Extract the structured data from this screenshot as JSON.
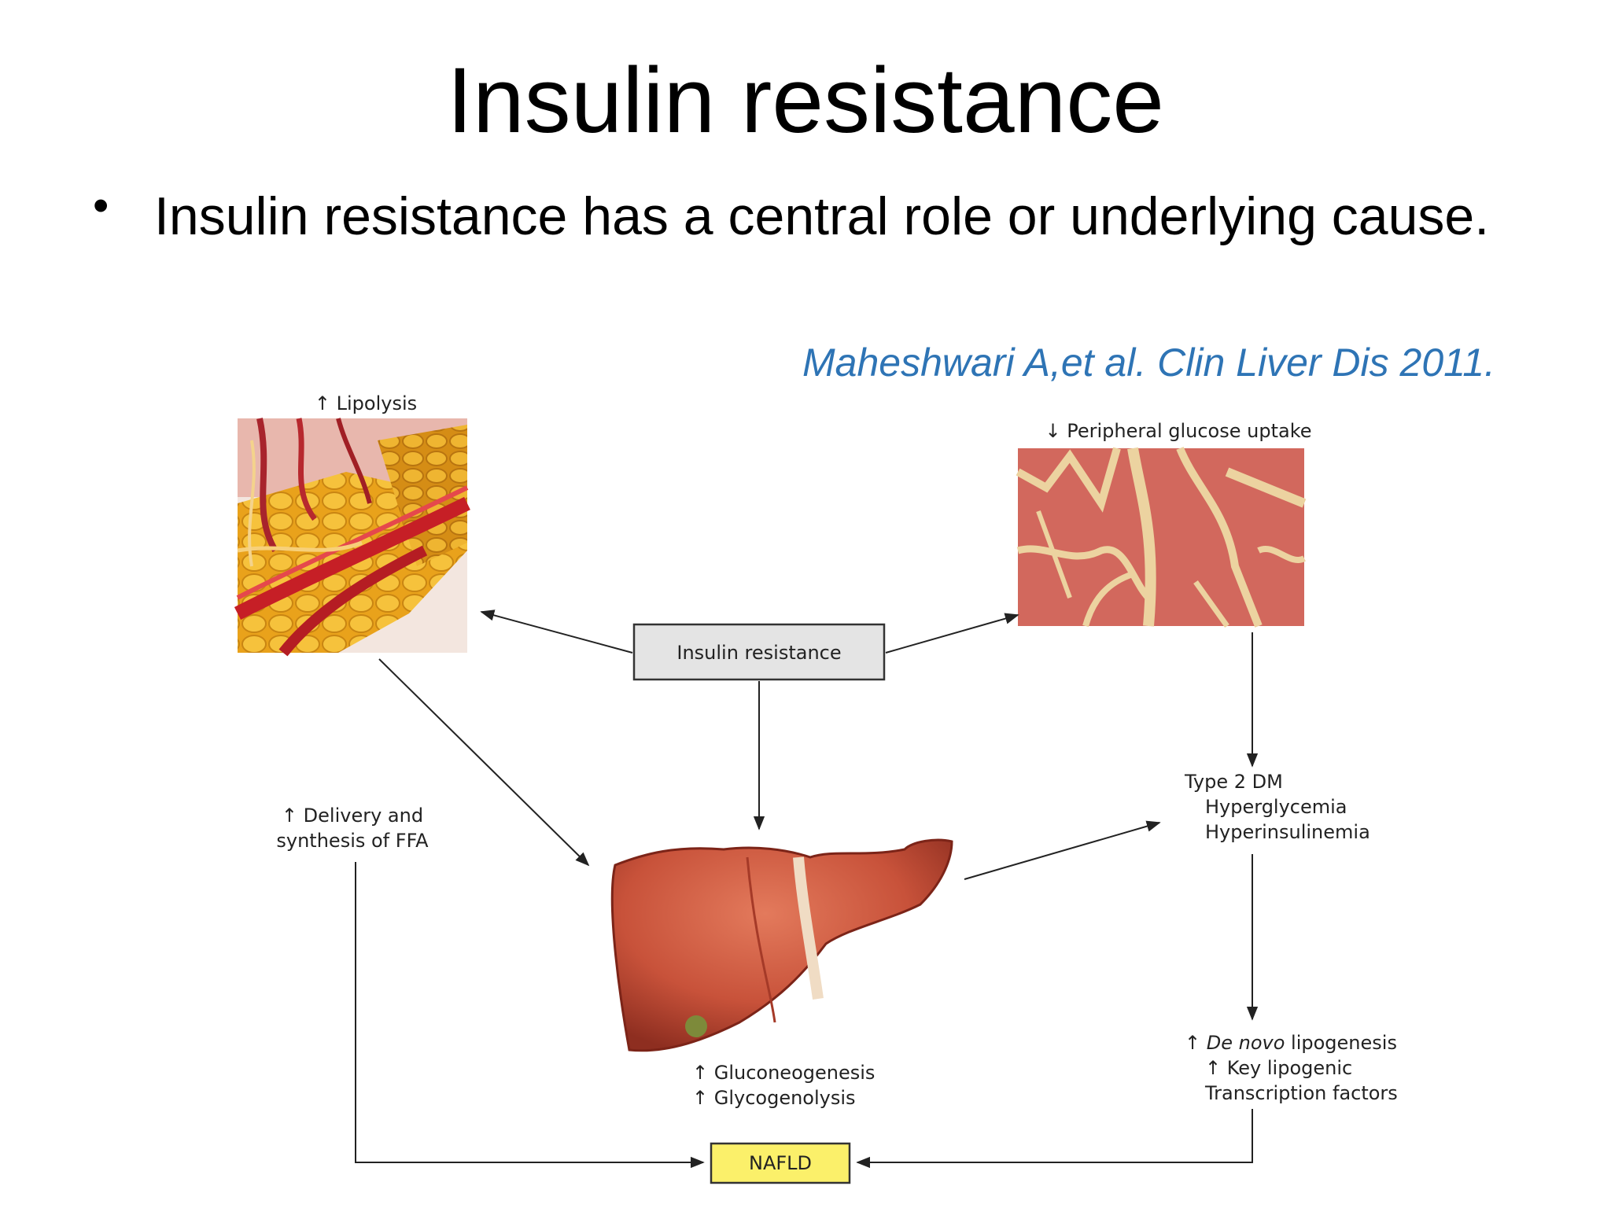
{
  "slide": {
    "title": "Insulin resistance",
    "bullet": "Insulin resistance has a central role or underlying cause.",
    "citation": "Maheshwari A,et al. Clin Liver Dis 2011."
  },
  "diagram": {
    "center_box": "Insulin resistance",
    "lipolysis_label": "↑ Lipolysis",
    "glucose_uptake_label": "↓ Peripheral glucose uptake",
    "ffa_label_line1": "↑ Delivery and",
    "ffa_label_line2": "synthesis of FFA",
    "type2dm_line1": "Type 2 DM",
    "type2dm_line2": "Hyperglycemia",
    "type2dm_line3": "Hyperinsulinemia",
    "liver_line1": "↑ Gluconeogenesis",
    "liver_line2": "↑ Glycogenolysis",
    "denovo_prefix": "↑ ",
    "denovo_italic": "De novo",
    "denovo_suffix": " lipogenesis",
    "denovo_line2": "↑ Key lipogenic",
    "denovo_line3": "Transcription factors",
    "nafld_box": "NAFLD",
    "images": {
      "adipose": "adipose-tissue-illustration",
      "muscle": "muscle-histology-image",
      "liver": "liver-illustration"
    },
    "colors": {
      "center_box_fill": "#e4e4e4",
      "nafld_fill": "#fbf06a",
      "citation": "#2e74b5"
    }
  }
}
